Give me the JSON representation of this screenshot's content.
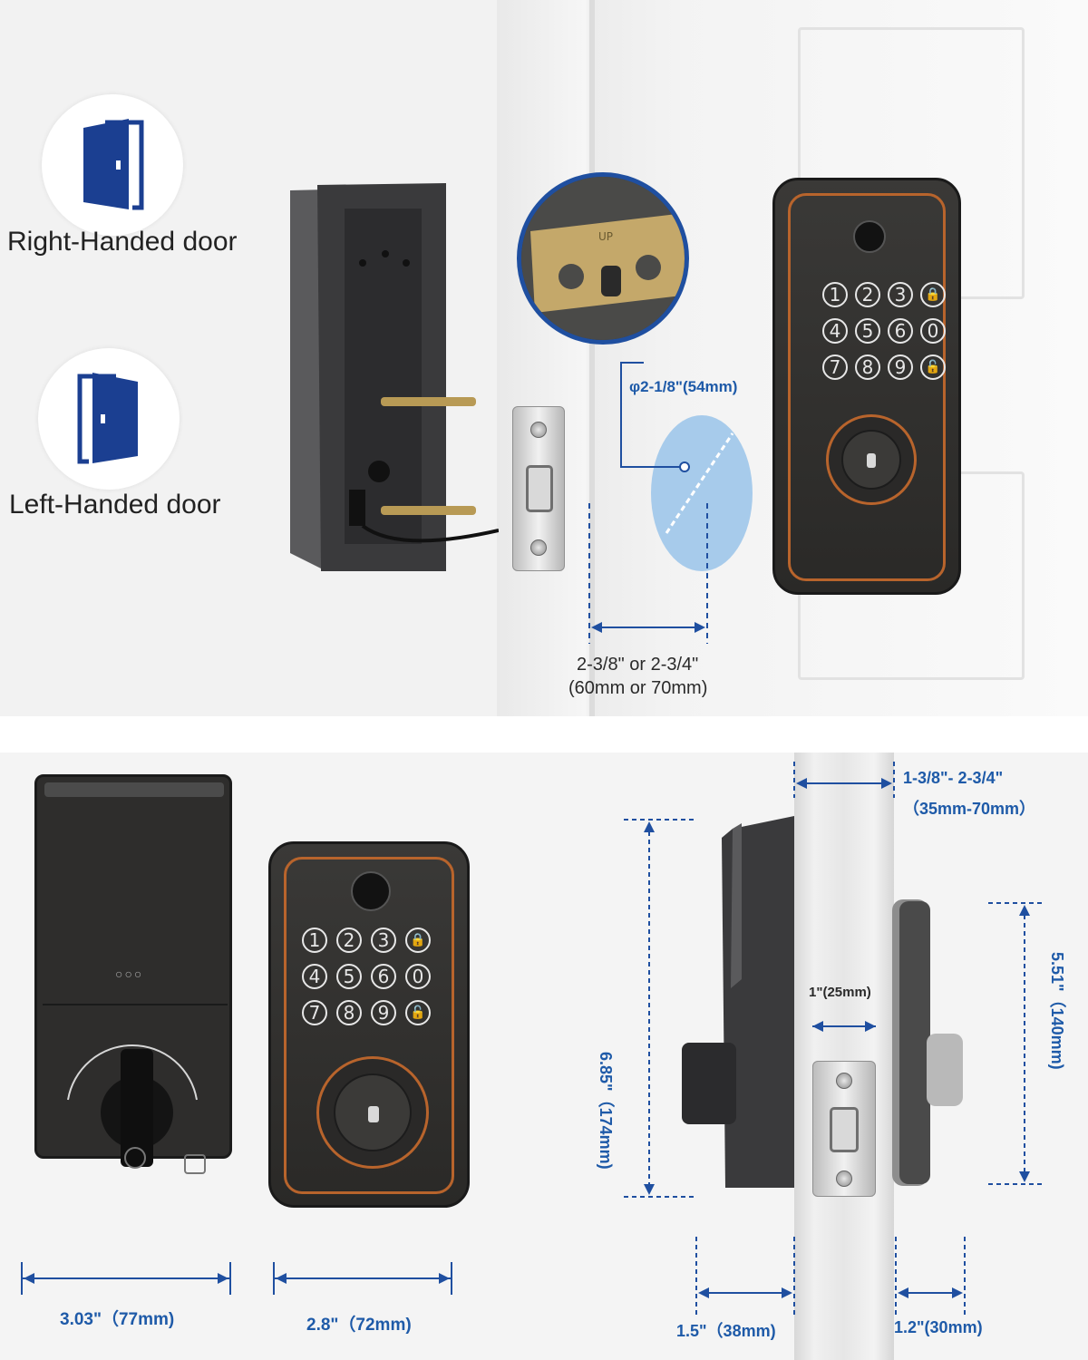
{
  "top": {
    "right_door_label": "Right-Handed door",
    "left_door_label": "Left-Handed door",
    "bore_diameter": "φ2-1/8\"(54mm)",
    "backset_line1": "2-3/8\" or 2-3/4\"",
    "backset_line2": "(60mm or 70mm)"
  },
  "keypad": {
    "keys": [
      "1",
      "2",
      "3",
      "🔒",
      "4",
      "5",
      "6",
      "0",
      "7",
      "8",
      "9",
      "🔓"
    ]
  },
  "bottom": {
    "interior_width": "3.03\"（77mm)",
    "exterior_width": "2.8\"（72mm)",
    "door_thickness_line1": "1-3/8\"- 2-3/4\"",
    "door_thickness_line2": "（35mm-70mm）",
    "interior_height": "6.85\"（174mm)",
    "exterior_height": "5.51\"（140mm)",
    "latch_width": "1\"(25mm)",
    "interior_depth": "1.5\"（38mm)",
    "exterior_depth": "1.2\"(30mm)"
  },
  "colors": {
    "dimension_blue": "#1e5aa8",
    "door_icon_blue": "#1b3f91",
    "bronze_trim": "#b8642c"
  },
  "icons": [
    "door-right-icon",
    "door-left-icon",
    "fingerprint-sensor",
    "lock-icon",
    "unlock-icon",
    "screw-icon"
  ]
}
